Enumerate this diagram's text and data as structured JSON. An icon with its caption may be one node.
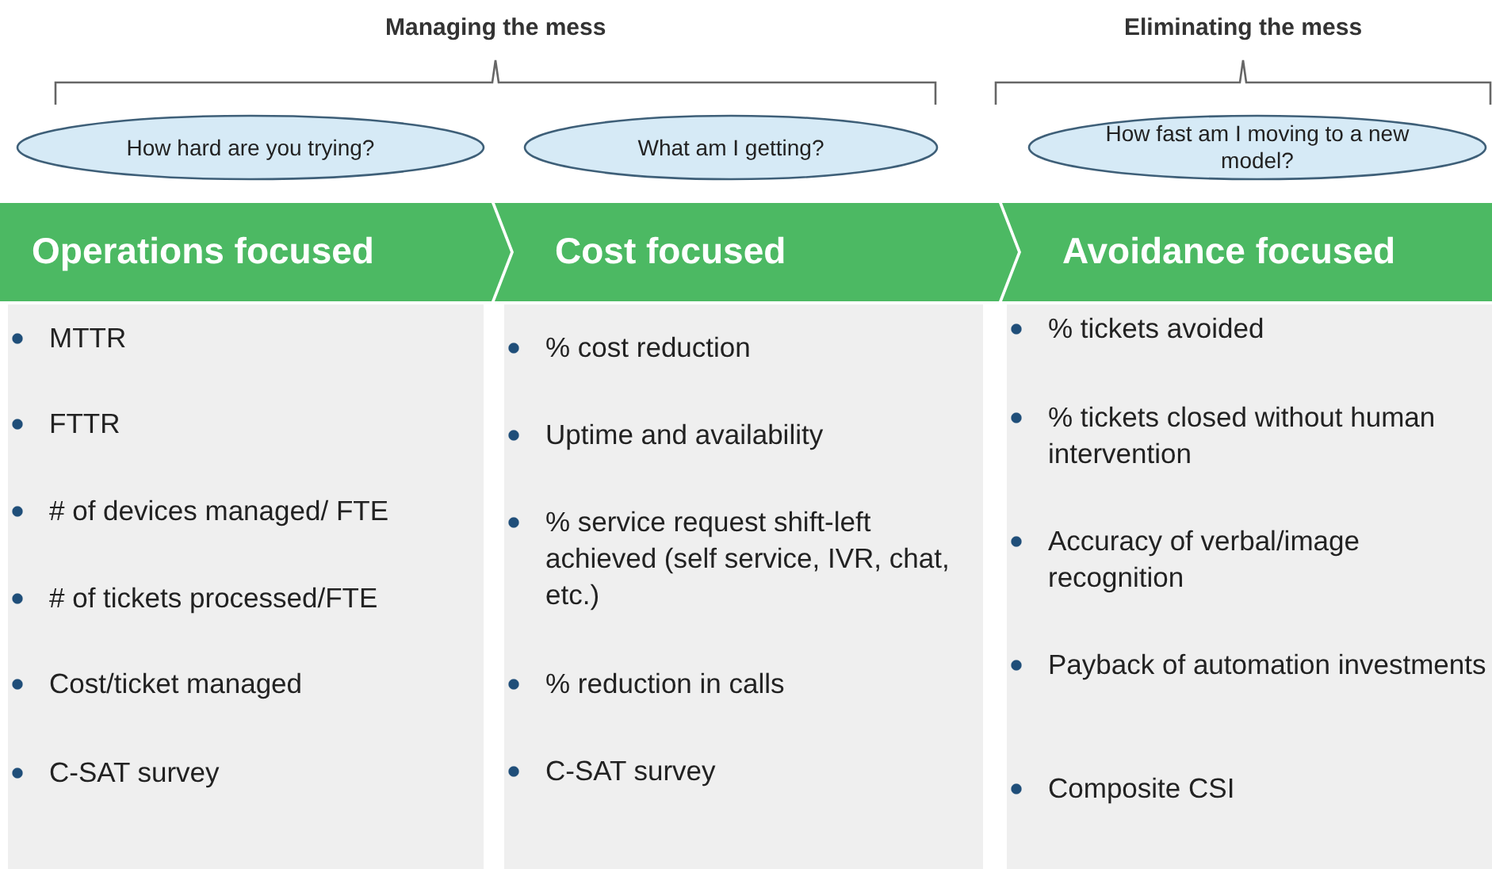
{
  "diagram": {
    "nodes": [
      {
        "text": [
          "How hard are you trying?"
        ]
      },
      {
        "text": [
          "What am I getting?"
        ]
      },
      {
        "text": [
          "How fast am I moving to a new model?"
        ]
      },
      {
        "text": [
          "Operations focused"
        ]
      },
      {
        "text": [
          "Cost focused"
        ]
      },
      {
        "text": [
          "Avoidance focused"
        ]
      },
      {
        "text": [
          "MTTR",
          "FTTR",
          "# of devices managed/ FTE",
          "# of tickets processed/FTE",
          "Cost/ticket managed",
          "C-SAT survey"
        ]
      },
      {
        "text": [
          "% cost reduction",
          "Uptime and availability",
          "% service request shift-left achieved (self service, IVR, chat, etc.)",
          "% reduction in calls",
          "C-SAT survey"
        ]
      },
      {
        "text": [
          "% tickets avoided",
          "% tickets closed without human intervention",
          "Accuracy of verbal/image recognition",
          "Payback of automation investments",
          "Composite CSI"
        ]
      }
    ],
    "labels": [
      "Managing the mess",
      "Eliminating the mess"
    ]
  }
}
